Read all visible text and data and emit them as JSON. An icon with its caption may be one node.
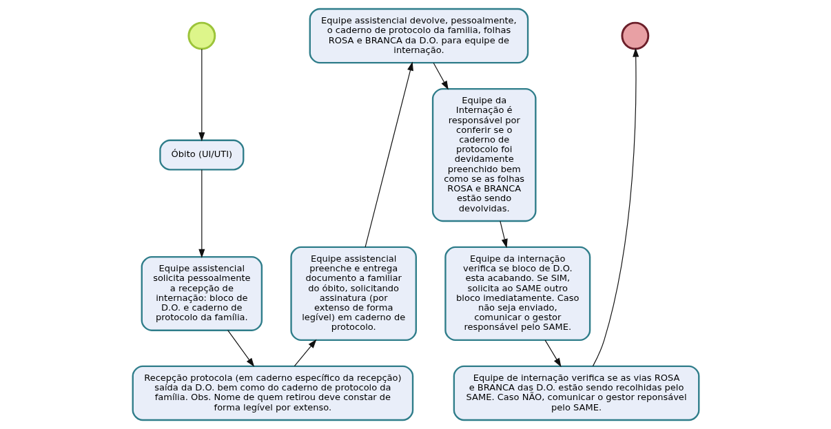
{
  "diagram": {
    "nodes": [
      {
        "text": [],
        "shape": "circle"
      },
      {
        "text": [
          "Óbito (UI/UTI)"
        ]
      },
      {
        "text": [
          "Equipe assistencial solicita pessoalmente a recepção de internação: bloco de D.O. e caderno de protocolo da família."
        ]
      },
      {
        "text": [
          "Recepção protocola (em caderno específico da recepção) saída da D.O. bem como do caderno de protocolo da família. Obs. Nome de quem retirou deve constar de forma legível por extenso."
        ]
      },
      {
        "text": [
          "Equipe assistencial preenche e entrega documento a familiar do óbito, solicitando assinatura (por extenso de forma legível) em caderno de protocolo."
        ]
      },
      {
        "text": [
          "Equipe assistencial devolve, pessoalmente, o caderno de protocolo da familia, folhas ROSA e BRANCA da D.O. para equipe de internação."
        ]
      },
      {
        "text": [
          "Equipe da Internação é responsável por conferir se o caderno de protocolo foi devidamente preenchido bem como se as folhas ROSA e BRANCA estão sendo devolvidas."
        ]
      },
      {
        "text": [
          "Equipe da internação verifica se bloco de D.O. esta acabando. Se SIM, solicita ao SAME outro bloco imediatamente. Caso não seja enviado, comunicar o gestor responsável pelo SAME."
        ]
      },
      {
        "text": [
          "Equipe de internação verifica se as vias ROSA e BRANCA das D.O. estão sendo recolhidas pelo SAME. Caso NÃO, comunicar o gestor reponsável pelo SAME."
        ]
      },
      {
        "text": [],
        "shape": "circle"
      }
    ],
    "edges": [
      {
        "from": 0,
        "to": 1,
        "arrow": "to"
      },
      {
        "from": 1,
        "to": 2,
        "arrow": "to"
      },
      {
        "from": 2,
        "to": 3,
        "arrow": "to"
      },
      {
        "from": 3,
        "to": 4,
        "arrow": "to"
      },
      {
        "from": 4,
        "to": 5,
        "arrow": "to"
      },
      {
        "from": 5,
        "to": 6,
        "arrow": "to"
      },
      {
        "from": 6,
        "to": 7,
        "arrow": "to"
      },
      {
        "from": 7,
        "to": 8,
        "arrow": "to"
      },
      {
        "from": 8,
        "to": 9,
        "arrow": "to"
      }
    ]
  }
}
